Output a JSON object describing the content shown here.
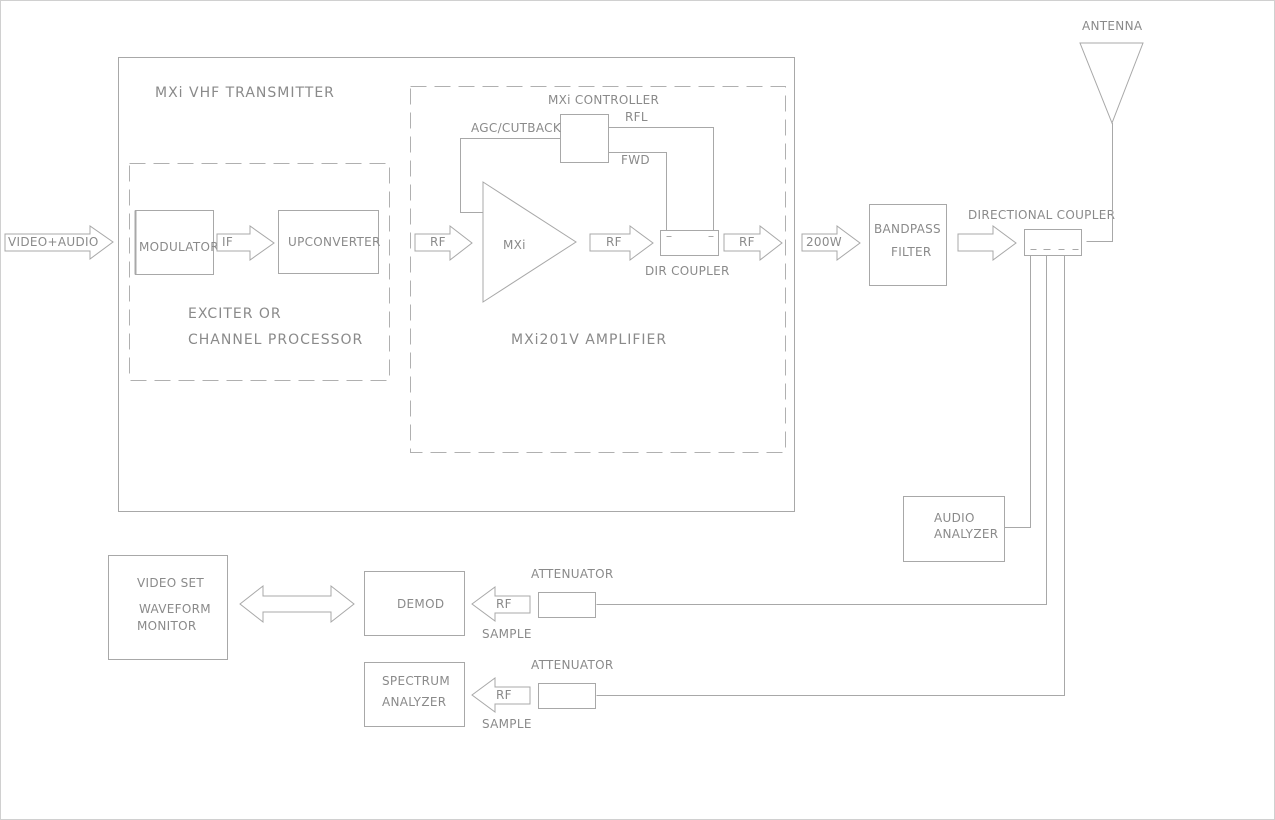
{
  "transmitter": {
    "title": "MXi VHF TRANSMITTER",
    "exciter": {
      "label_line1": "EXCITER OR",
      "label_line2": "CHANNEL PROCESSOR",
      "modulator": "MODULATOR",
      "if_label": "IF",
      "upconverter": "UPCONVERTER"
    },
    "amplifier": {
      "label": "MXi201V AMPLIFIER",
      "controller": "MXi CONTROLLER",
      "agc": "AGC/CUTBACK",
      "rfl": "RFL",
      "fwd": "FWD",
      "rf_in": "RF",
      "mxi": "MXi",
      "rf_mid": "RF",
      "dir_coupler": "DIR COUPLER",
      "rf_out": "RF"
    }
  },
  "input": "VIDEO+AUDIO",
  "output_power": "200W",
  "bandpass": {
    "line1": "BANDPASS",
    "line2": "FILTER"
  },
  "directional_coupler": "DIRECTIONAL COUPLER",
  "antenna": "ANTENNA",
  "audio_analyzer": {
    "line1": "AUDIO",
    "line2": "ANALYZER"
  },
  "video_set": {
    "line1": "VIDEO SET",
    "line2": "WAVEFORM",
    "line3": "MONITOR"
  },
  "demod": "DEMOD",
  "spectrum_analyzer": {
    "line1": "SPECTRUM",
    "line2": "ANALYZER"
  },
  "sample_path_1": {
    "attenuator": "ATTENUATOR",
    "rf": "RF",
    "sample": "SAMPLE"
  },
  "sample_path_2": {
    "attenuator": "ATTENUATOR",
    "rf": "RF",
    "sample": "SAMPLE"
  }
}
